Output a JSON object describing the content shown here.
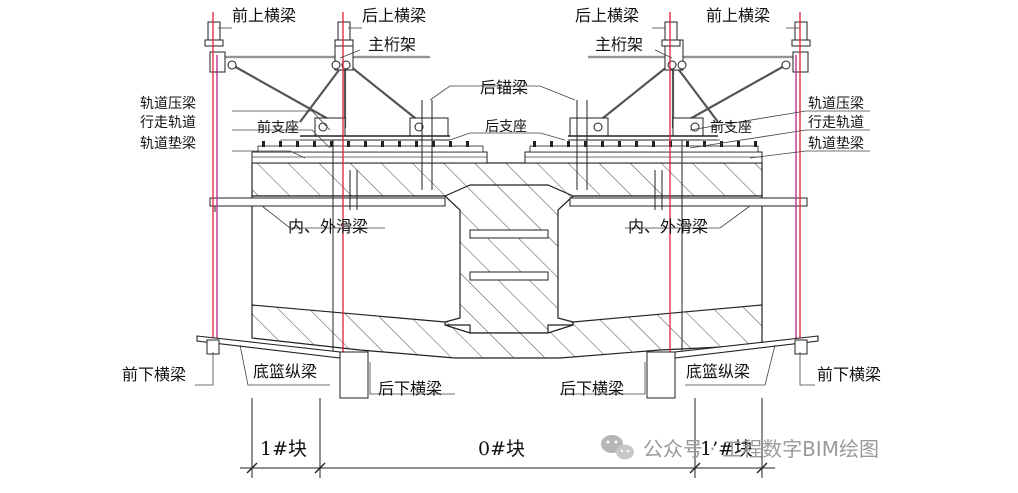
{
  "labels": {
    "front_upper_beam_left": "前上横梁",
    "rear_upper_beam_left": "后上横梁",
    "rear_upper_beam_right": "后上横梁",
    "front_upper_beam_right": "前上横梁",
    "main_truss_left": "主桁架",
    "main_truss_right": "主桁架",
    "rear_anchor_beam": "后锚梁",
    "rail_pressure_beam_left": "轨道压梁",
    "travel_rail_left": "行走轨道",
    "rail_pad_beam_left": "轨道垫梁",
    "rail_pressure_beam_right": "轨道压梁",
    "travel_rail_right": "行走轨道",
    "rail_pad_beam_right": "轨道垫梁",
    "front_support_left": "前支座",
    "rear_support": "后支座",
    "front_support_right": "前支座",
    "slide_beam_left": "内、外滑梁",
    "slide_beam_right": "内、外滑梁",
    "front_lower_beam_left": "前下横梁",
    "bottom_basket_beam_left": "底篮纵梁",
    "rear_lower_beam_left": "后下横梁",
    "rear_lower_beam_right": "后下横梁",
    "bottom_basket_beam_right": "底篮纵梁",
    "front_lower_beam_right": "前下横梁"
  },
  "segments": {
    "block_1": "1#块",
    "block_0": "0#块",
    "block_1p": "1’#块"
  },
  "watermark": {
    "icon": "wechat-icon",
    "text": "公众号 · 工程数字BIM绘图"
  },
  "colors": {
    "hanger_red": "#e0203a",
    "hanger_magenta": "#c0208a",
    "line": "#222222"
  }
}
